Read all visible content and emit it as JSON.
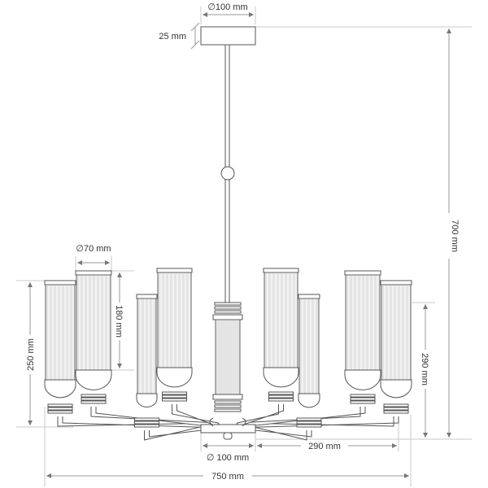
{
  "title": "Chandelier dimension drawing",
  "dimensions": {
    "canopy_diameter": "∅100 mm",
    "canopy_height": "25 mm",
    "total_height": "700 mm",
    "shade_diameter": "∅70 mm",
    "shade_height": "180 mm",
    "lamp_height": "250 mm",
    "body_height": "290 mm",
    "center_diameter": "∅ 100 mm",
    "arm_reach": "290 mm",
    "total_width": "750 mm"
  },
  "colors": {
    "line": "#555555",
    "dimension": "#999999",
    "glass": "#e4e4e4"
  }
}
